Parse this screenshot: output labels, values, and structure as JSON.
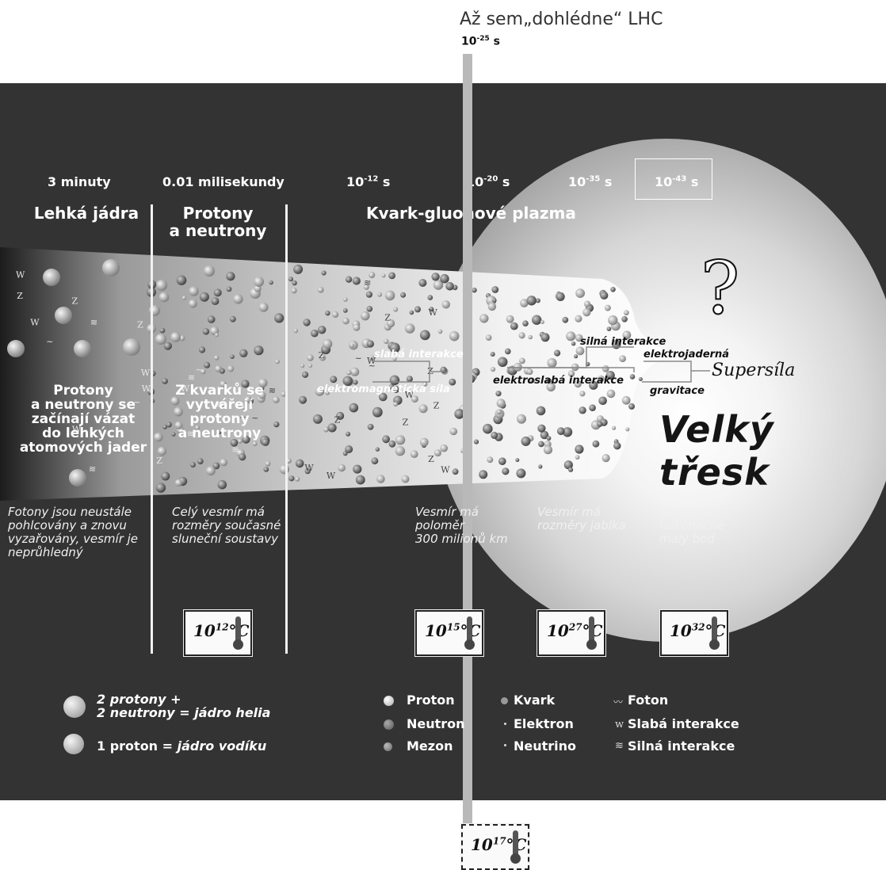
{
  "lhc": {
    "title": "Až sem„dohlédne“ LHC",
    "time_base": "10",
    "time_exp": "-25",
    "time_unit": " s"
  },
  "timeline": [
    {
      "text": "3 minuty"
    },
    {
      "text": "0.01 milisekundy"
    },
    {
      "base": "10",
      "exp": "-12",
      "unit": " s"
    },
    {
      "base": "10",
      "exp": "-20",
      "unit": " s"
    },
    {
      "base": "10",
      "exp": "-35",
      "unit": " s"
    },
    {
      "base": "10",
      "exp": "-43",
      "unit": " s"
    }
  ],
  "eras": {
    "light_nuclei": "Lehká jádra",
    "protons_line1": "Protony",
    "protons_line2": "a neutrony",
    "plasma": "Kvark-gluonové plazma"
  },
  "inset": {
    "left": [
      "Protony",
      "a neutrony se",
      "začínají vázat",
      "do lehkých",
      "atomových jader"
    ],
    "middle": [
      "Z kvarků se",
      "vytvářejí",
      "protony",
      "a neutrony"
    ]
  },
  "interactions": {
    "weak": "slabá interakce",
    "em": "elektromagnetická síla",
    "strong": "silná interakce",
    "electronuclear": "elektrojaderná",
    "electroweak": "elektroslabá interakce",
    "gravity": "gravitace",
    "supersila": "Supersíla"
  },
  "big_bang": "Velký třesk",
  "question_mark": "?",
  "captions": [
    [
      "Fotony jsou neustále",
      "pohlcovány a znovu",
      "vyzařovány, vesmír je",
      "neprůhledný"
    ],
    [
      "Celý vesmír má",
      "rozměry současné",
      "sluneční soustavy"
    ],
    [
      "Vesmír má",
      "poloměr",
      "300 milionů km"
    ],
    [
      "Vesmír má",
      "rozměry jablka"
    ],
    [
      "Vesmír je",
      "nekonečně",
      "malý bod"
    ]
  ],
  "temperatures": [
    {
      "base": "10",
      "exp": "12",
      "unit": "°C"
    },
    {
      "base": "10",
      "exp": "15",
      "unit": "°C"
    },
    {
      "base": "10",
      "exp": "27",
      "unit": "°C"
    },
    {
      "base": "10",
      "exp": "32",
      "unit": "°C"
    },
    {
      "base": "10",
      "exp": "17",
      "unit": "°C"
    }
  ],
  "legend": {
    "helium_line1": "2 protony +",
    "helium_line2": "2 neutrony  = jádro helia",
    "hydrogen_a": "1 proton  = ",
    "hydrogen_b": "jádro vodíku",
    "proton": "Proton",
    "neutron": "Neutron",
    "mezon": "Mezon",
    "kvark": "Kvark",
    "elektron": "Elektron",
    "neutrino": "Neutrino",
    "foton": "Foton",
    "slaba": "Slabá interakce",
    "silna": "Silná interakce"
  },
  "colors": {
    "panel": "#333333",
    "lhc_bar": "#b9b9b9",
    "text": "#ffffff"
  }
}
